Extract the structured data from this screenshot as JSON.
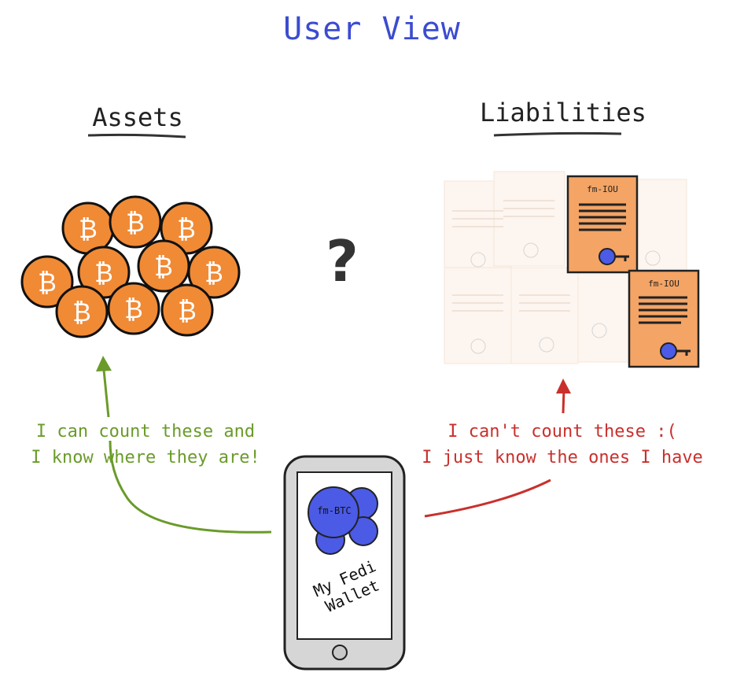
{
  "title": "User View",
  "assets": {
    "heading": "Assets",
    "coin_symbol": "₿",
    "coin_count": 10,
    "caption_lines": [
      "I can count these and",
      "I know where they are!"
    ]
  },
  "liabilities": {
    "heading": "Liabilities",
    "iou_label": "fm-IOU",
    "caption_lines": [
      "I can't count these :(",
      "I just know the ones I have"
    ]
  },
  "middle": {
    "symbol": "?"
  },
  "phone": {
    "coin_label": "fm-BTC",
    "wallet_lines": [
      "My Fedi",
      "Wallet"
    ]
  },
  "colors": {
    "title": "#3b4bd1",
    "heading": "#222222",
    "coin_fill": "#f08a35",
    "assets_text": "#6a9b2a",
    "liabilities_text": "#c9302c",
    "iou_fill": "#f4a465",
    "wallet_coin": "#4b5be6"
  },
  "icons": [
    "bitcoin-coin-icon",
    "document-icon",
    "key-icon",
    "phone-icon",
    "arrow-icon"
  ]
}
